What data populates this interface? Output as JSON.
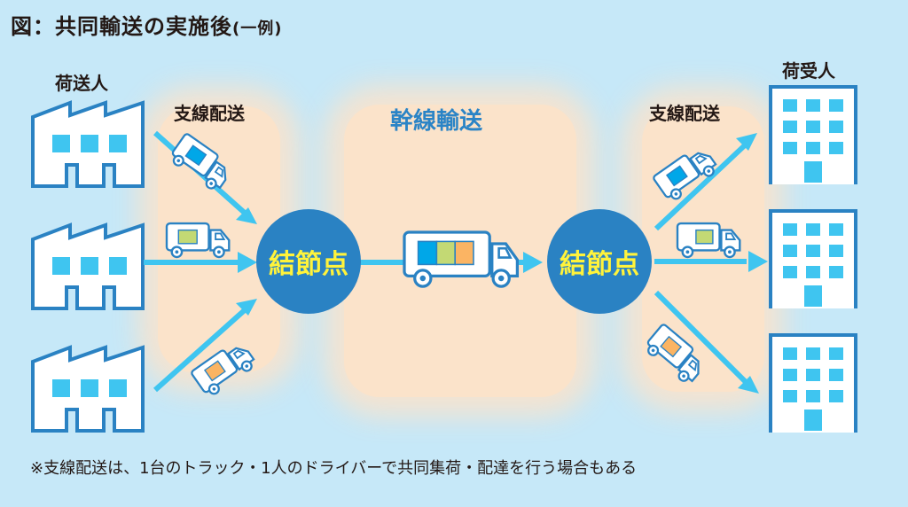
{
  "title": {
    "main": "図：共同輸送の実施後",
    "sub": "(一例)"
  },
  "labels": {
    "shipper": "荷送人",
    "consignee": "荷受人",
    "branch_left": "支線配送",
    "trunk": "幹線輸送",
    "branch_right": "支線配送"
  },
  "nodes": {
    "left": "結節点",
    "right": "結節点"
  },
  "note": "※支線配送は、1台のトラック・1人のドライバーで共同集荷・配達を行う場合もある",
  "colors": {
    "background": "#c6e8f8",
    "zone": "#fbe3ca",
    "node": "#2a82c3",
    "node_text": "#fff33b",
    "arrow": "#3fc5f0",
    "outline": "#2a82c3",
    "cargo_blue": "#00a7e8",
    "cargo_green": "#c3d974",
    "cargo_orange": "#fbb463"
  },
  "shippers": [
    {
      "icon": "factory-icon"
    },
    {
      "icon": "factory-icon"
    },
    {
      "icon": "factory-icon"
    }
  ],
  "consignees": [
    {
      "icon": "building-icon"
    },
    {
      "icon": "building-icon"
    },
    {
      "icon": "building-icon"
    }
  ],
  "trucks": {
    "left": [
      "blue",
      "green",
      "orange"
    ],
    "trunk": [
      "blue",
      "green",
      "orange"
    ],
    "right": [
      "blue",
      "green",
      "orange"
    ]
  }
}
